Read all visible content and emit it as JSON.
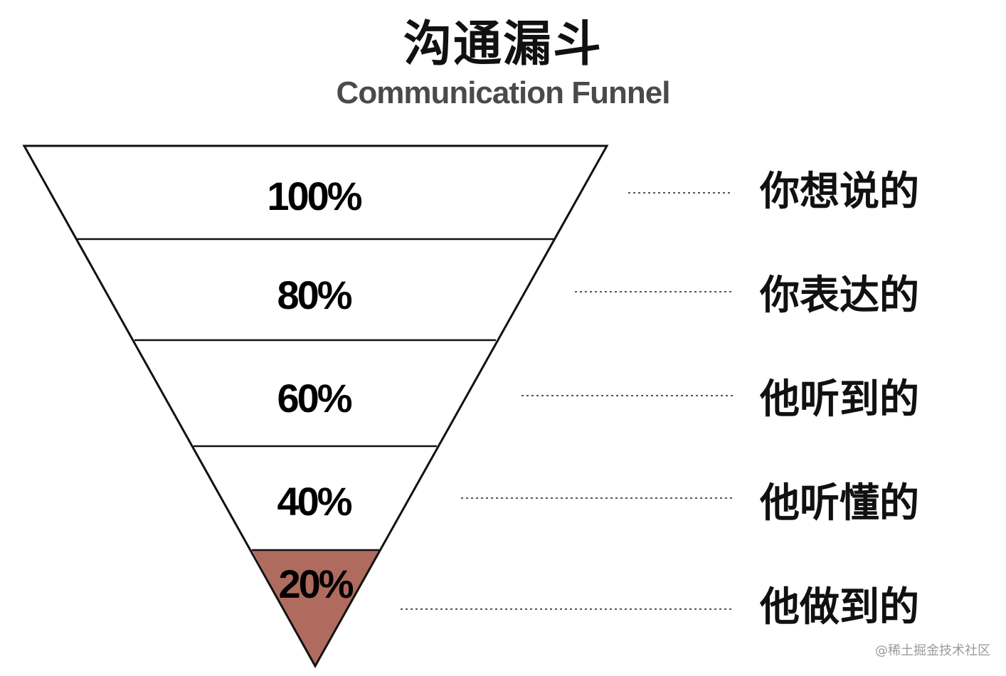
{
  "title": "沟通漏斗",
  "subtitle": "Communication Funnel",
  "colors": {
    "outline": "#111111",
    "highlight": "#b06b5f",
    "title": "#111111",
    "subtitle": "#4a4a4a",
    "dots": "#555555",
    "watermark": "#9a9a9a"
  },
  "levels": [
    {
      "percent": "100%",
      "label": "你想说的",
      "highlighted": false
    },
    {
      "percent": "80%",
      "label": "你表达的",
      "highlighted": false
    },
    {
      "percent": "60%",
      "label": "他听到的",
      "highlighted": false
    },
    {
      "percent": "40%",
      "label": "他听懂的",
      "highlighted": false
    },
    {
      "percent": "20%",
      "label": "他做到的",
      "highlighted": true
    }
  ],
  "watermark": "@稀土掘金技术社区"
}
